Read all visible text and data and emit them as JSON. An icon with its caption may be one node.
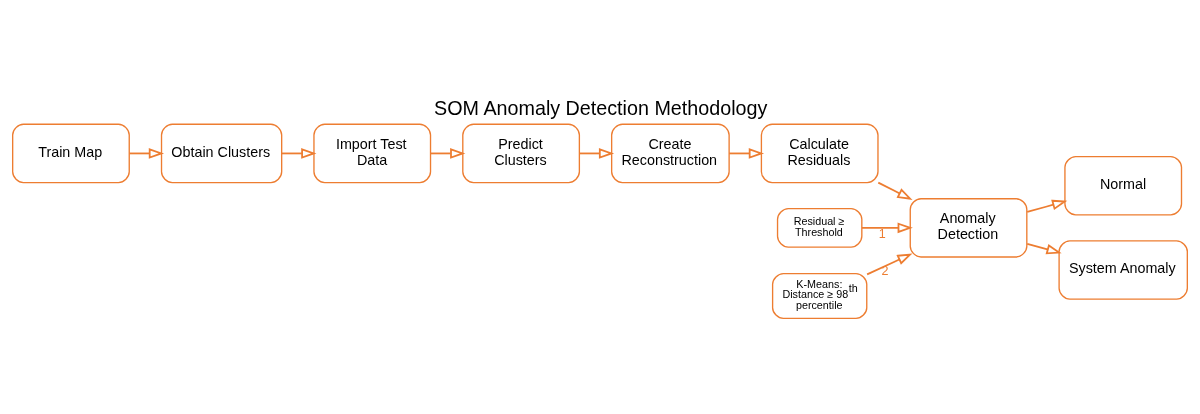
{
  "diagram": {
    "title": "SOM Anomaly Detection Methodology",
    "nodes": [
      {
        "text": [
          "Train Map"
        ]
      },
      {
        "text": [
          "Obtain Clusters"
        ]
      },
      {
        "text": [
          "Import Test Data"
        ]
      },
      {
        "text": [
          "Predict Clusters"
        ]
      },
      {
        "text": [
          "Create Reconstruction"
        ]
      },
      {
        "text": [
          "Calculate Residuals"
        ]
      },
      {
        "text": [
          "Anomaly Detection"
        ]
      },
      {
        "text": [
          "Normal"
        ]
      },
      {
        "text": [
          "System Anomaly"
        ]
      },
      {
        "text": [
          "Residual ≥ Threshold"
        ]
      },
      {
        "text": [
          "K-Means: Distance ≥ 98$^{th}$ percentile"
        ]
      }
    ],
    "edges": [
      {
        "from": 0,
        "to": 1,
        "arrow": "to"
      },
      {
        "from": 1,
        "to": 2,
        "arrow": "to"
      },
      {
        "from": 2,
        "to": 3,
        "arrow": "to"
      },
      {
        "from": 3,
        "to": 4,
        "arrow": "to"
      },
      {
        "from": 4,
        "to": 5,
        "arrow": "to"
      },
      {
        "from": 5,
        "to": 6,
        "arrow": "to"
      },
      {
        "from": 6,
        "to": 7,
        "arrow": "to"
      },
      {
        "from": 6,
        "to": 8,
        "arrow": "to"
      },
      {
        "from": 9,
        "to": 6,
        "arrow": "to",
        "label": "1"
      },
      {
        "from": 10,
        "to": 6,
        "arrow": "to",
        "label": "2"
      }
    ]
  }
}
